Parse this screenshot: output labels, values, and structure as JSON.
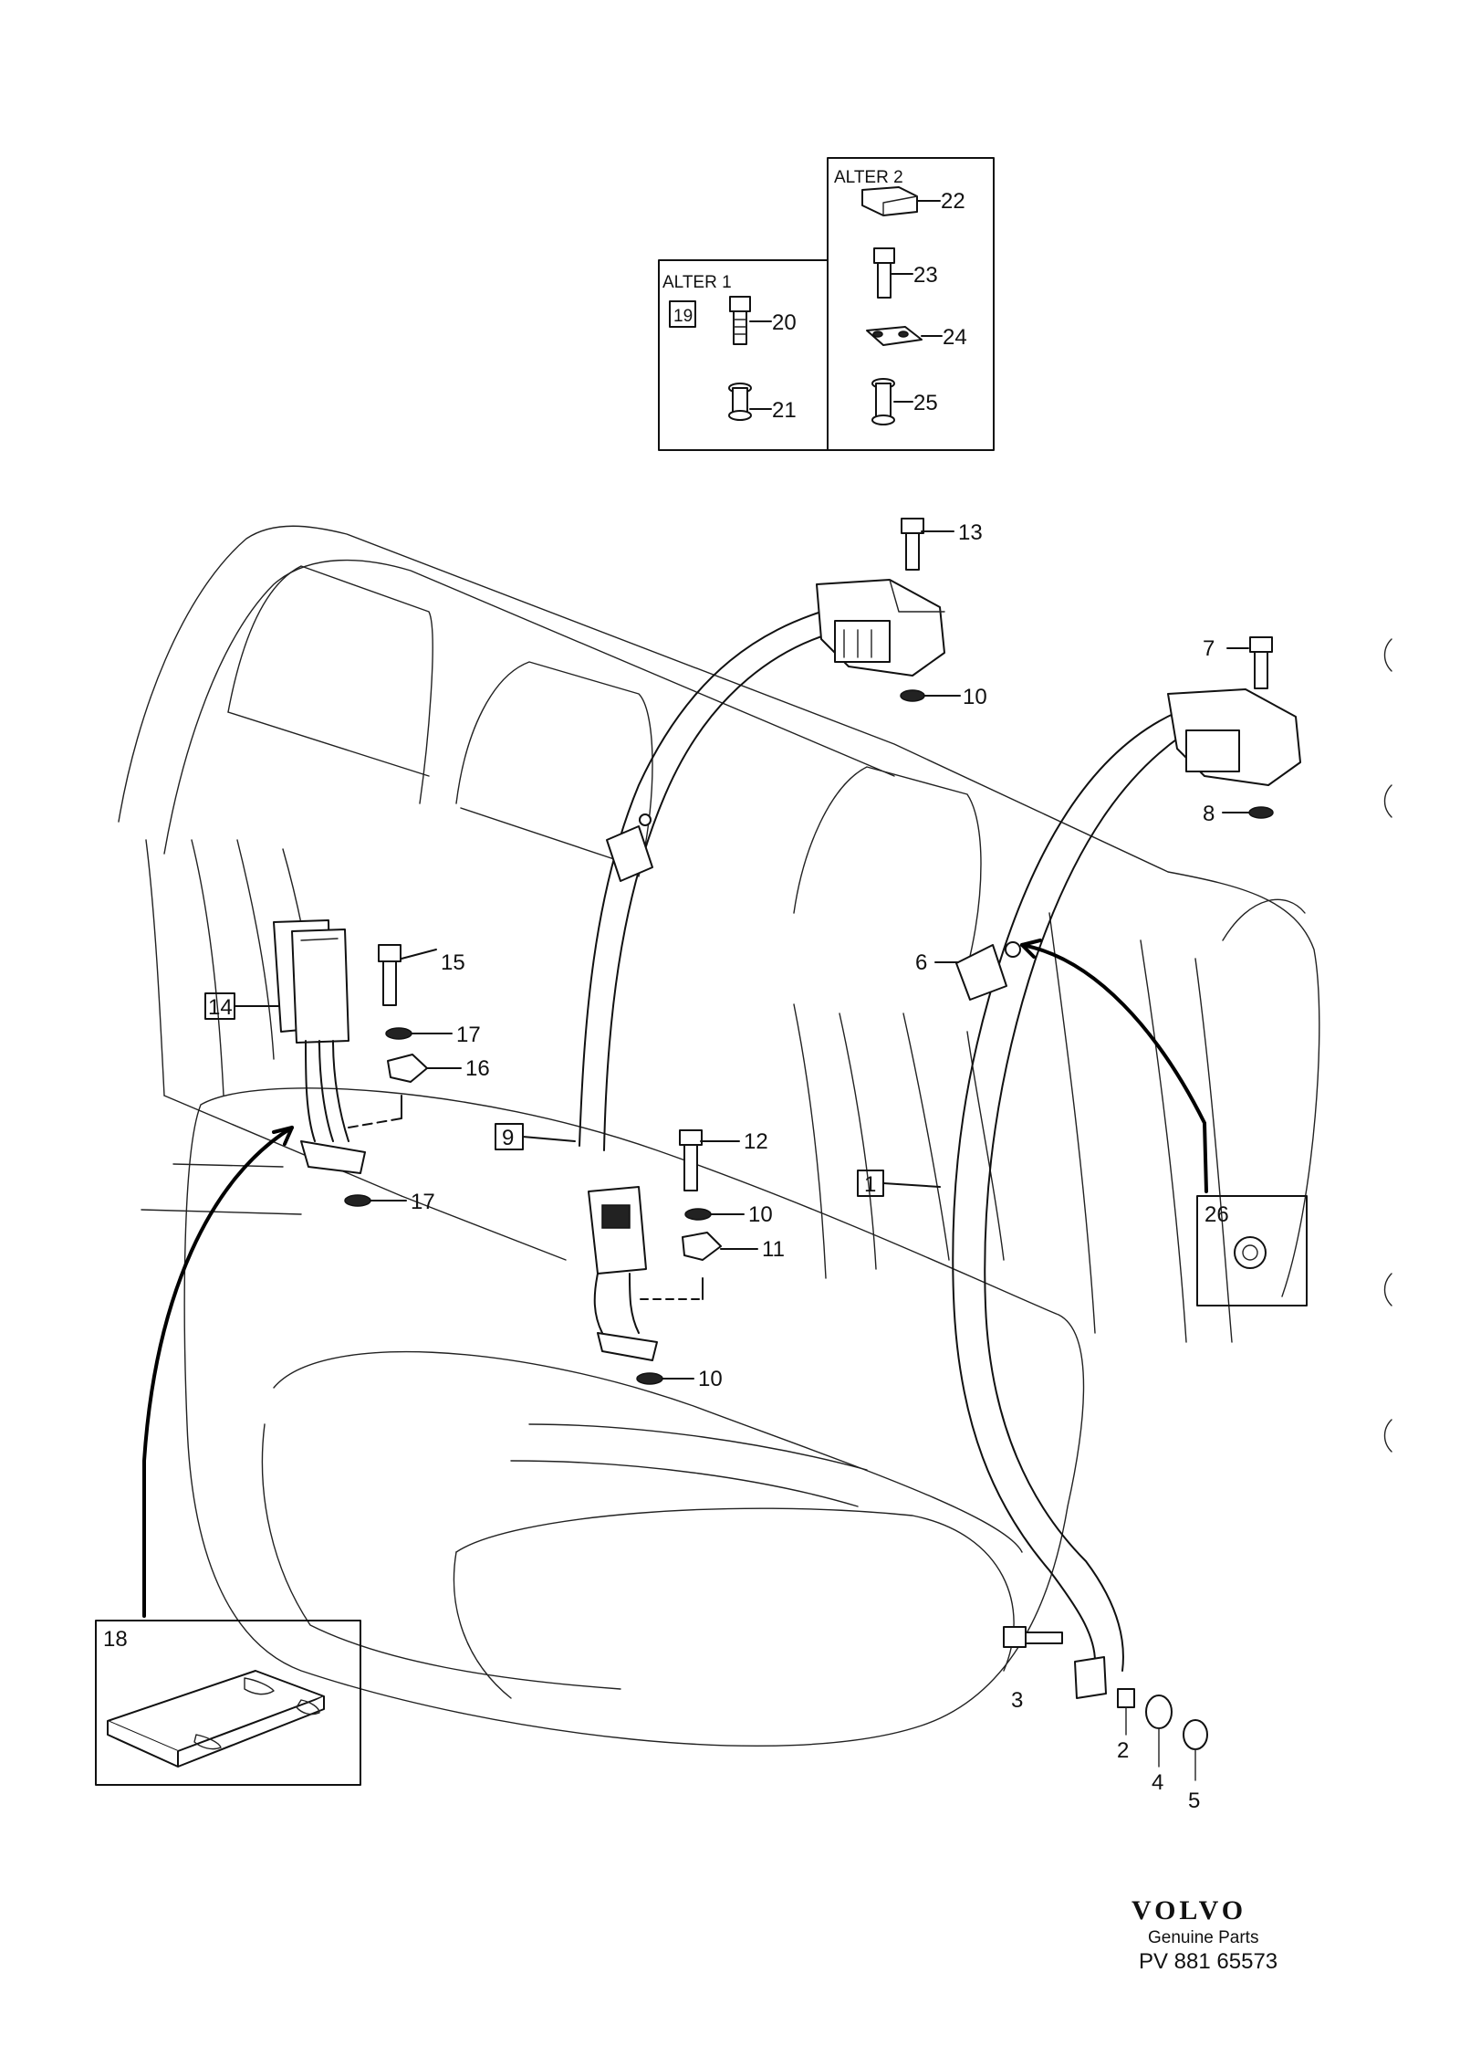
{
  "alternatives": {
    "alter1": {
      "title": "ALTER 1",
      "ref": "19",
      "parts": [
        "20",
        "21"
      ]
    },
    "alter2": {
      "title": "ALTER 2",
      "parts": [
        "22",
        "23",
        "24",
        "25"
      ]
    }
  },
  "callouts": {
    "c1": "1",
    "c2": "2",
    "c3": "3",
    "c4": "4",
    "c5": "5",
    "c6": "6",
    "c7": "7",
    "c8": "8",
    "c9": "9",
    "c10a": "10",
    "c10b": "10",
    "c10c": "10",
    "c11": "11",
    "c12": "12",
    "c13": "13",
    "c14": "14",
    "c15": "15",
    "c16": "16",
    "c17a": "17",
    "c17b": "17",
    "c18": "18",
    "c26": "26"
  },
  "branding": {
    "logo_text": "VOLVO",
    "subtitle": "Genuine Parts",
    "doc_number": "PV 881 65573"
  }
}
